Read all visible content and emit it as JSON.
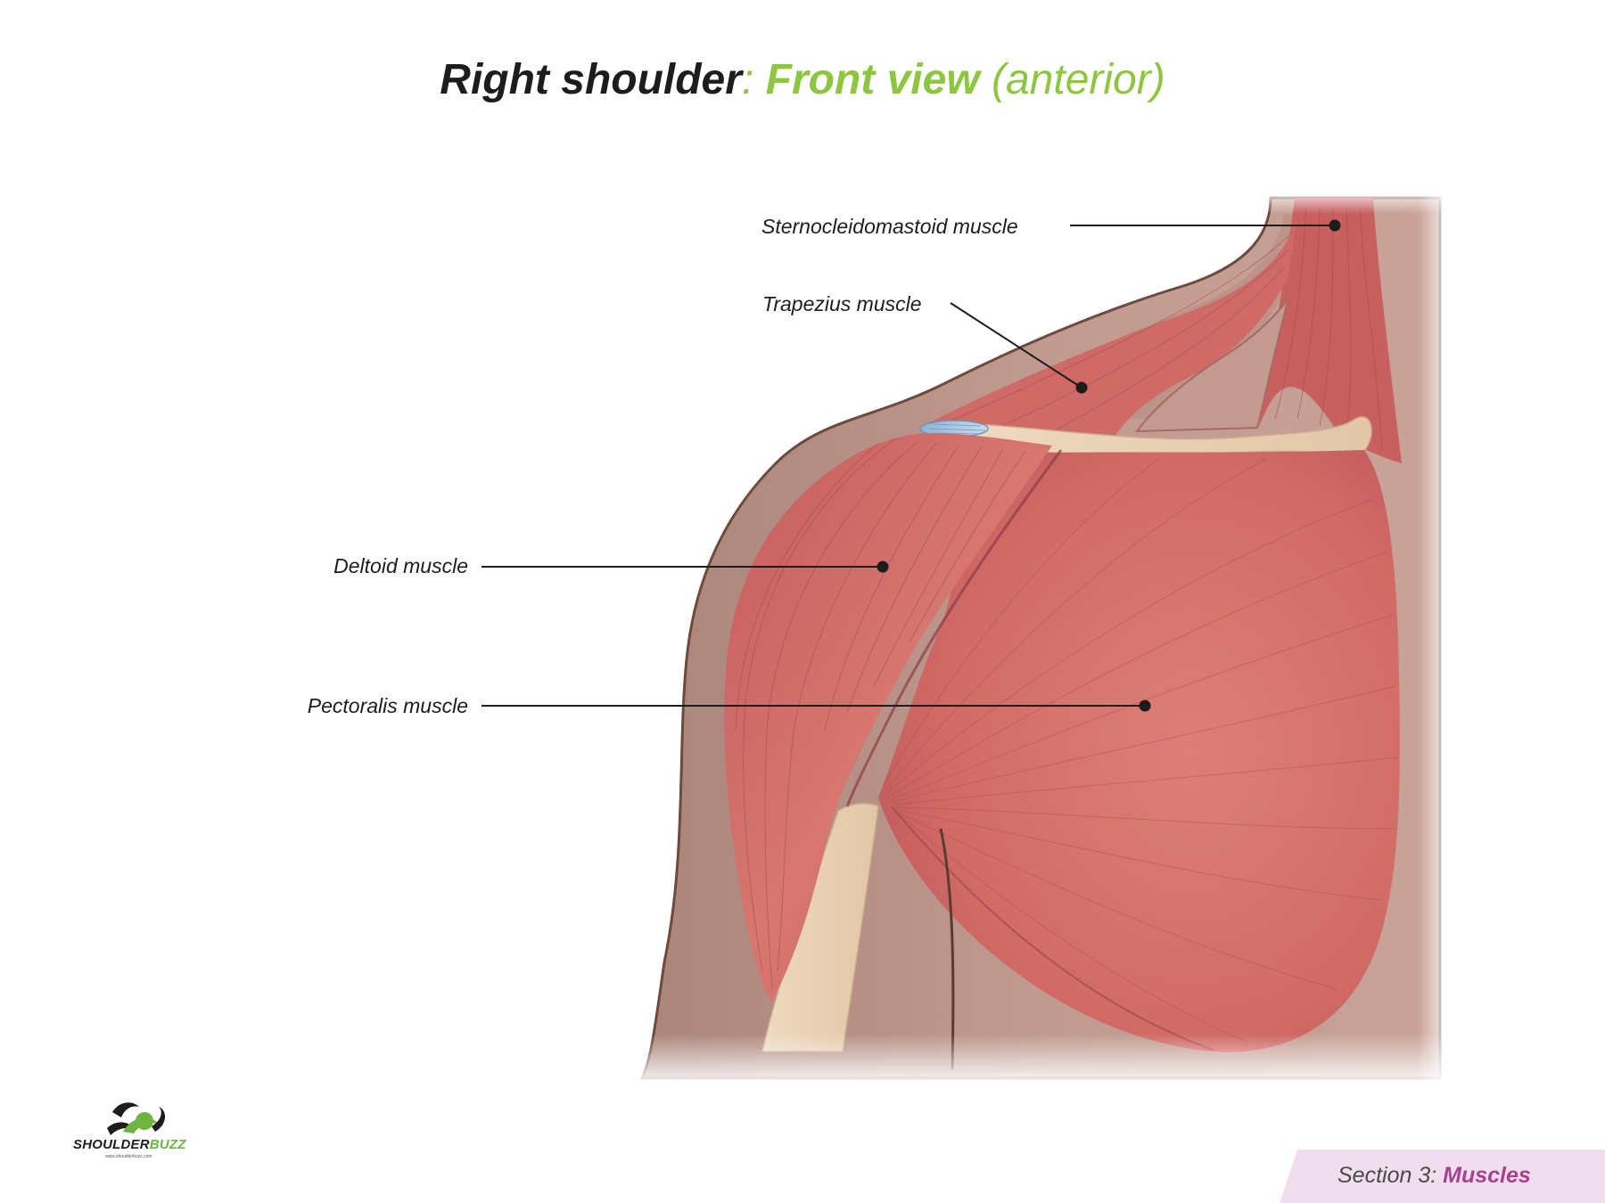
{
  "title": {
    "part1": "Right shoulder",
    "colon": ":",
    "part2": "Front view",
    "part3": "(anterior)"
  },
  "labels": {
    "sternocleidomastoid": "Sternocleidomastoid muscle",
    "trapezius": "Trapezius muscle",
    "deltoid": "Deltoid muscle",
    "pectoralis": "Pectoralis muscle"
  },
  "logo": {
    "name_part1": "SHOULDER",
    "name_part2": "BUZZ",
    "url": "www.shoulderbuzz.com"
  },
  "footer": {
    "section": "Section 3:",
    "topic": "Muscles"
  },
  "colors": {
    "title_dark": "#1d1d1b",
    "title_green": "#8dc63f",
    "muscle": "#d4706b",
    "skin": "#c49a8e",
    "footer_bg": "#f0dded",
    "footer_accent": "#a8418f"
  }
}
